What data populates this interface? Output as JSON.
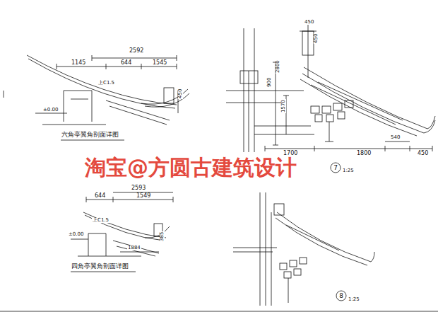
{
  "diagram": {
    "labels": [
      "2592",
      "1145",
      "644",
      "1545",
      "上C1.5",
      "±0.00",
      "450",
      "六角亭翼角剖面详图",
      "450",
      "450",
      "2800",
      "900",
      "1570",
      "1700",
      "1800",
      "540",
      "450",
      "7",
      "1:25",
      "2593",
      "644",
      "1549",
      "上C1.5",
      "±0.00",
      "1884",
      "385",
      "四角亭翼角剖面详图",
      "8",
      "1:25",
      "淘宝@方圆古建筑设计"
    ]
  }
}
